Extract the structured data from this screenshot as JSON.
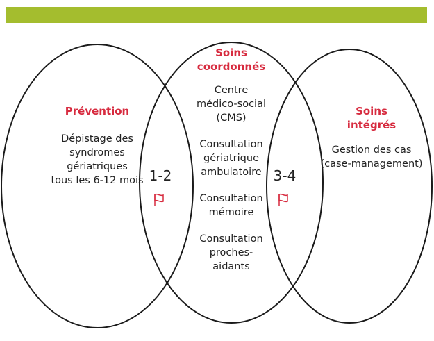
{
  "colors": {
    "header_bar": "#a4bd2e",
    "accent": "#d72b3f",
    "outline": "#1a1a1a"
  },
  "left": {
    "title": "Prévention",
    "lines": [
      "Dépistage des",
      "syndromes",
      "gériatriques",
      "tous les 6-12 mois"
    ]
  },
  "center": {
    "title_lines": [
      "Soins",
      "coordonnés"
    ],
    "items": [
      [
        "Centre",
        "médico-social",
        "(CMS)"
      ],
      [
        "Consultation",
        "gériatrique",
        "ambulatoire"
      ],
      [
        "Consultation",
        "mémoire"
      ],
      [
        "Consultation",
        "proches-",
        "aidants"
      ]
    ]
  },
  "right": {
    "title_lines": [
      "Soins",
      "intégrés"
    ],
    "lines": [
      "Gestion des cas",
      "(case-management)"
    ]
  },
  "overlaps": [
    {
      "label": "1-2",
      "icon": "flag-icon"
    },
    {
      "label": "3-4",
      "icon": "flag-icon"
    }
  ]
}
